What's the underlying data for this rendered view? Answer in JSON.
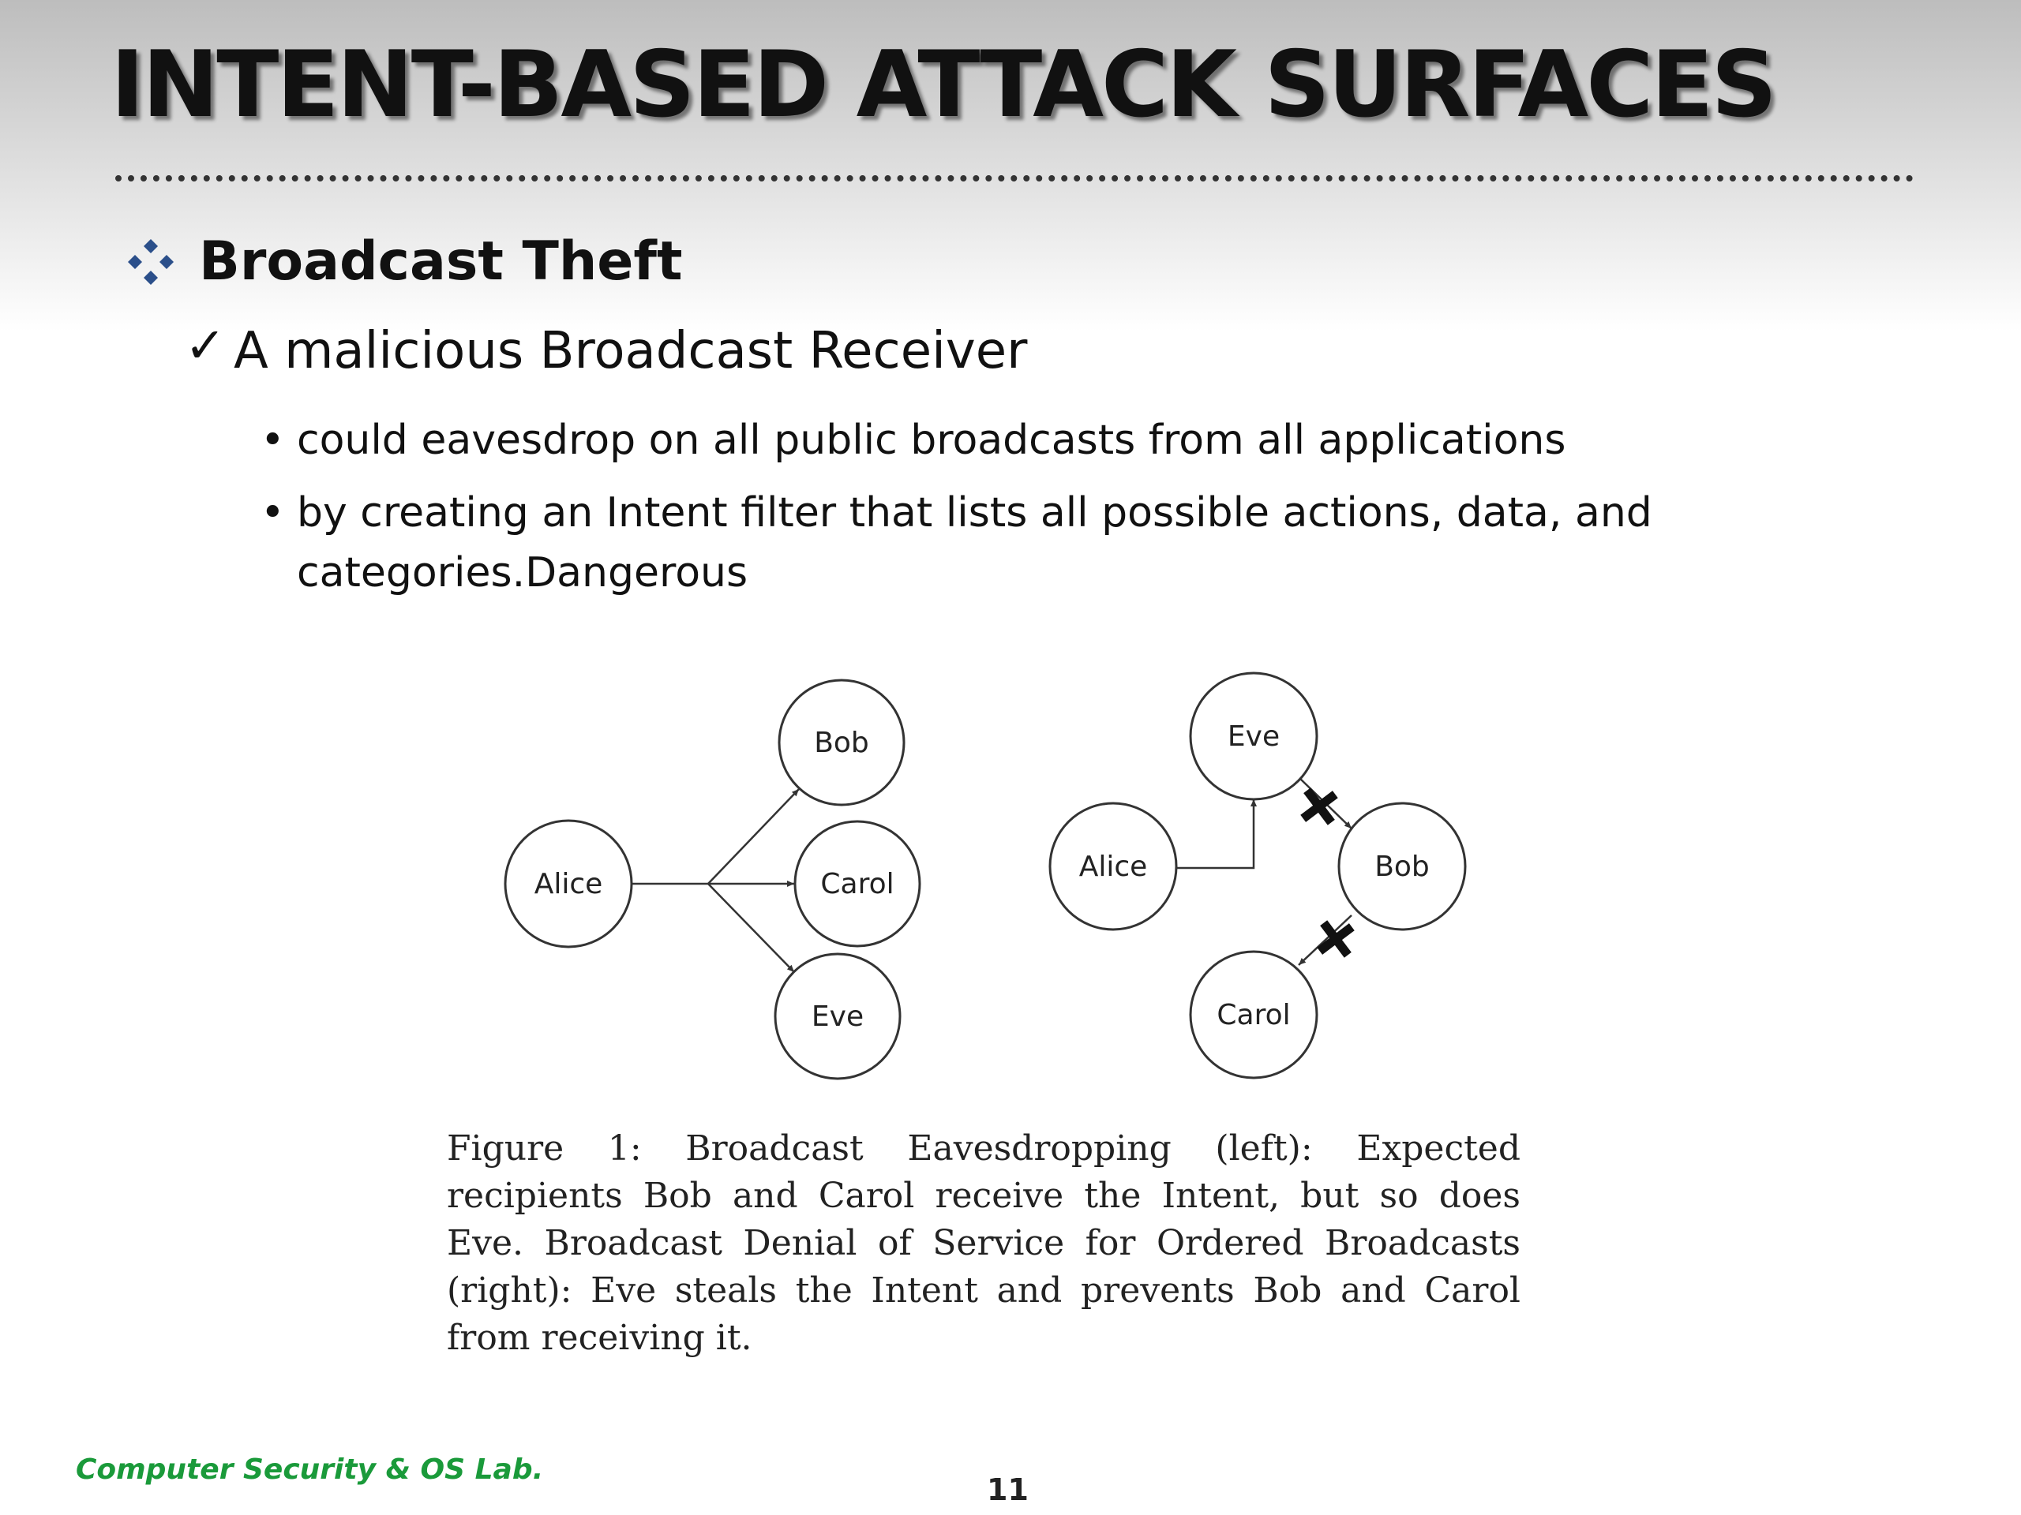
{
  "slide": {
    "title": "INTENT-BASED ATTACK SURFACES",
    "heading": "Broadcast Theft",
    "subheading": "A malicious Broadcast Receiver",
    "check_glyph": "✓",
    "bullets": [
      "could eavesdrop on all public broadcasts from all applications",
      "by creating an Intent filter that lists all possible actions, data, and categories.Dangerous"
    ],
    "accent_color": "#2b4f8a"
  },
  "figure": {
    "left_diagram": {
      "nodes": [
        "Alice",
        "Bob",
        "Carol",
        "Eve"
      ]
    },
    "right_diagram": {
      "nodes": [
        "Eve",
        "Alice",
        "Bob",
        "Carol"
      ],
      "blocked_marker": "cross-icon"
    },
    "caption": "Figure 1: Broadcast Eavesdropping (left): Expected recipients Bob and Carol receive the Intent, but so does Eve. Broadcast Denial of Service for Ordered Broadcasts (right): Eve steals the Intent and prevents Bob and Carol from receiving it."
  },
  "footer": {
    "lab": "Computer Security & OS Lab.",
    "page": "11"
  }
}
